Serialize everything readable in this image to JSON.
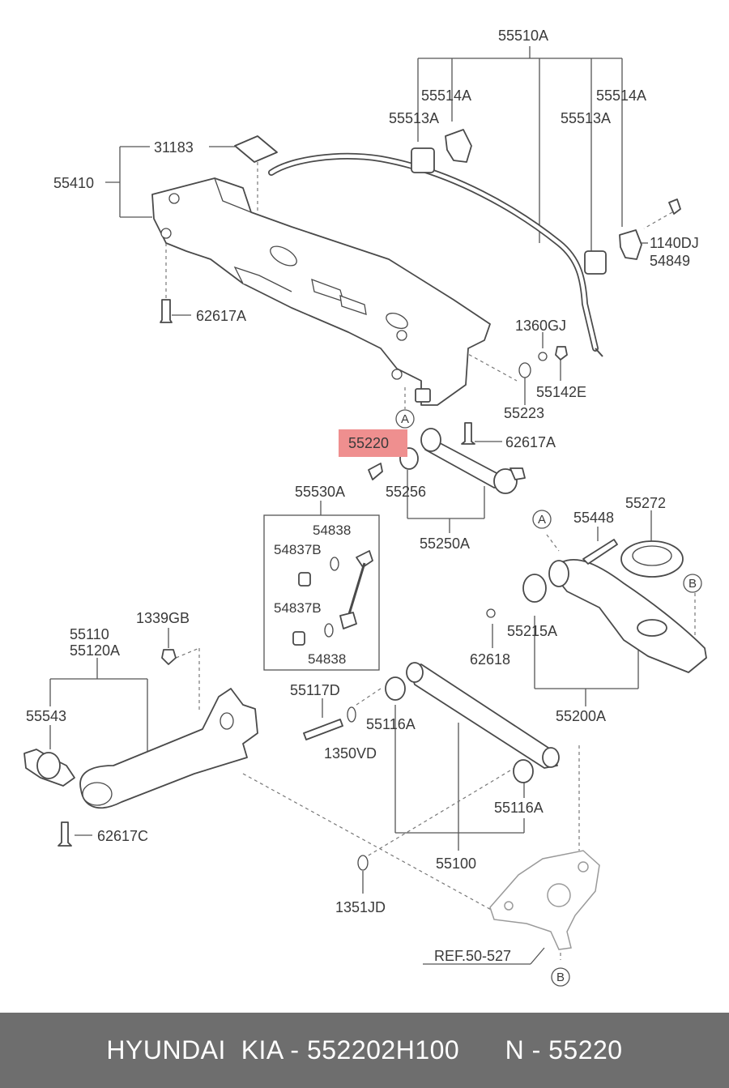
{
  "diagram": {
    "highlight_color": "#ef8f8f",
    "labels": {
      "p55510A": "55510A",
      "p55514A_left": "55514A",
      "p55513A_left": "55513A",
      "p55514A_right": "55514A",
      "p55513A_right": "55513A",
      "p31183": "31183",
      "p55410": "55410",
      "p1140DJ": "1140DJ",
      "p54849": "54849",
      "p62617A_top": "62617A",
      "p1360GJ": "1360GJ",
      "p55142E": "55142E",
      "p55223": "55223",
      "p62617A_mid": "62617A",
      "p55220": "55220",
      "p55256": "55256",
      "p55250A": "55250A",
      "p55530A": "55530A",
      "p54838_top": "54838",
      "p54837B_top": "54837B",
      "p54837B_bottom": "54837B",
      "p54838_bottom": "54838",
      "p55448": "55448",
      "p55272": "55272",
      "p55215A": "55215A",
      "p62618": "62618",
      "p55200A": "55200A",
      "p1339GB": "1339GB",
      "p55110": "55110",
      "p55120A": "55120A",
      "p55543": "55543",
      "p62617C": "62617C",
      "p55117D": "55117D",
      "p55116A_top": "55116A",
      "p1350VD": "1350VD",
      "p55116A_bottom": "55116A",
      "p55100": "55100",
      "p1351JD": "1351JD",
      "ref": "REF.50-527"
    },
    "markers": {
      "a1": "A",
      "a2": "A",
      "b1": "B",
      "b2": "B"
    }
  },
  "footer": {
    "brand": "HYUNDAI  KIA - 552202H100",
    "part_number": "N - 55220",
    "background": "#6e6e6e"
  }
}
